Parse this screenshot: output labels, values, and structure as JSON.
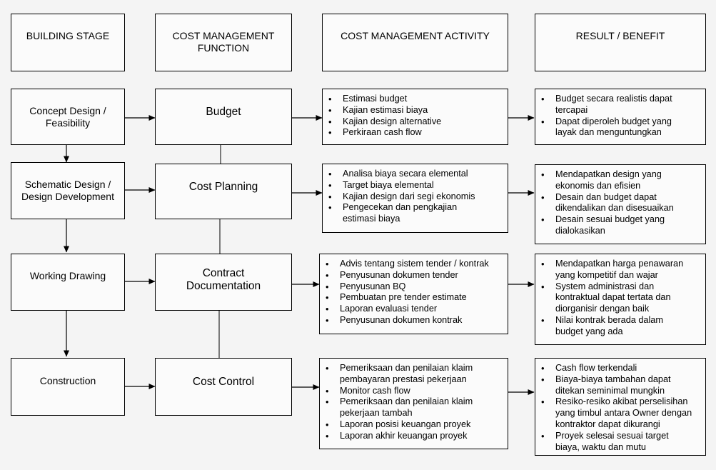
{
  "headers": {
    "building_stage": "BUILDING STAGE",
    "function": "COST MANAGEMENT\nFUNCTION",
    "activity": "COST MANAGEMENT ACTIVITY",
    "result": "RESULT / BENEFIT"
  },
  "rows": [
    {
      "stage": "Concept Design /\nFeasibility",
      "function": "Budget",
      "activities": [
        "Estimasi budget",
        "Kajian estimasi biaya",
        "Kajian design alternative",
        "Perkiraan cash flow"
      ],
      "results": [
        "Budget secara realistis dapat\ntercapai",
        "Dapat diperoleh budget yang\nlayak dan menguntungkan"
      ]
    },
    {
      "stage": "Schematic Design /\nDesign Development",
      "function": "Cost Planning",
      "activities": [
        "Analisa biaya secara elemental",
        "Target biaya elemental",
        "Kajian design dari segi ekonomis",
        "Pengecekan dan pengkajian\nestimasi biaya"
      ],
      "results": [
        "Mendapatkan design yang\nekonomis dan efisien",
        "Desain dan budget dapat\ndikendalikan dan disesuaikan",
        "Desain sesuai budget yang\ndialokasikan"
      ]
    },
    {
      "stage": "Working Drawing",
      "function": "Contract\nDocumentation",
      "activities": [
        "Advis tentang sistem tender / kontrak",
        "Penyusunan dokumen tender",
        "Penyusunan BQ",
        "Pembuatan pre tender estimate",
        "Laporan evaluasi tender",
        "Penyusunan dokumen kontrak"
      ],
      "results": [
        "Mendapatkan harga penawaran\nyang kompetitif dan wajar",
        "System administrasi dan\nkontraktual dapat tertata dan\ndiorganisir dengan baik",
        "Nilai kontrak berada dalam\nbudget yang ada"
      ]
    },
    {
      "stage": "Construction",
      "function": "Cost Control",
      "activities": [
        "Pemeriksaan dan penilaian klaim\npembayaran prestasi pekerjaan",
        "Monitor cash flow",
        "Pemeriksaan dan penilaian klaim\npekerjaan tambah",
        "Laporan posisi keuangan proyek",
        "Laporan akhir keuangan proyek"
      ],
      "results": [
        "Cash flow terkendali",
        "Biaya-biaya tambahan dapat\nditekan seminimal mungkin",
        "Resiko-resiko akibat perselisihan\nyang timbul antara Owner dengan\nkontraktor dapat dikurangi",
        "Proyek selesai sesuai target\nbiaya, waktu dan mutu"
      ]
    }
  ]
}
